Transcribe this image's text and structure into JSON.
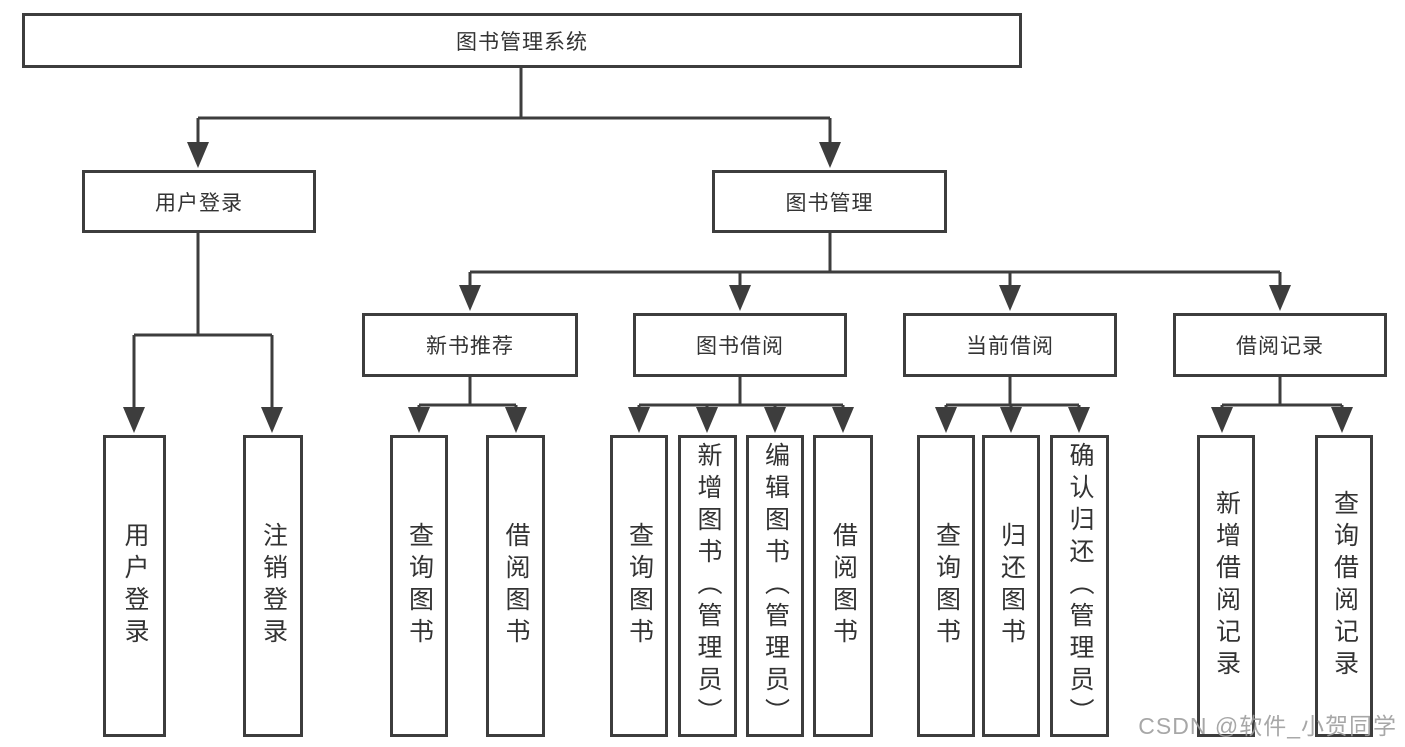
{
  "tree": {
    "label": "图书管理系统",
    "children": [
      {
        "label": "用户登录",
        "children": [
          {
            "label": "用户登录"
          },
          {
            "label": "注销登录"
          }
        ]
      },
      {
        "label": "图书管理",
        "children": [
          {
            "label": "新书推荐",
            "children": [
              {
                "label": "查询图书"
              },
              {
                "label": "借阅图书"
              }
            ]
          },
          {
            "label": "图书借阅",
            "children": [
              {
                "label": "查询图书"
              },
              {
                "label": "新增图书（管理员）"
              },
              {
                "label": "编辑图书（管理员）"
              },
              {
                "label": "借阅图书"
              }
            ]
          },
          {
            "label": "当前借阅",
            "children": [
              {
                "label": "查询图书"
              },
              {
                "label": "归还图书"
              },
              {
                "label": "确认归还（管理员）"
              }
            ]
          },
          {
            "label": "借阅记录",
            "children": [
              {
                "label": "新增借阅记录"
              },
              {
                "label": "查询借阅记录"
              }
            ]
          }
        ]
      }
    ]
  },
  "watermark": "CSDN @软件_小贺同学",
  "colors": {
    "line": "#3d3d3d",
    "text": "#333333",
    "watermark": "#9e9e9e",
    "background": "#ffffff"
  }
}
